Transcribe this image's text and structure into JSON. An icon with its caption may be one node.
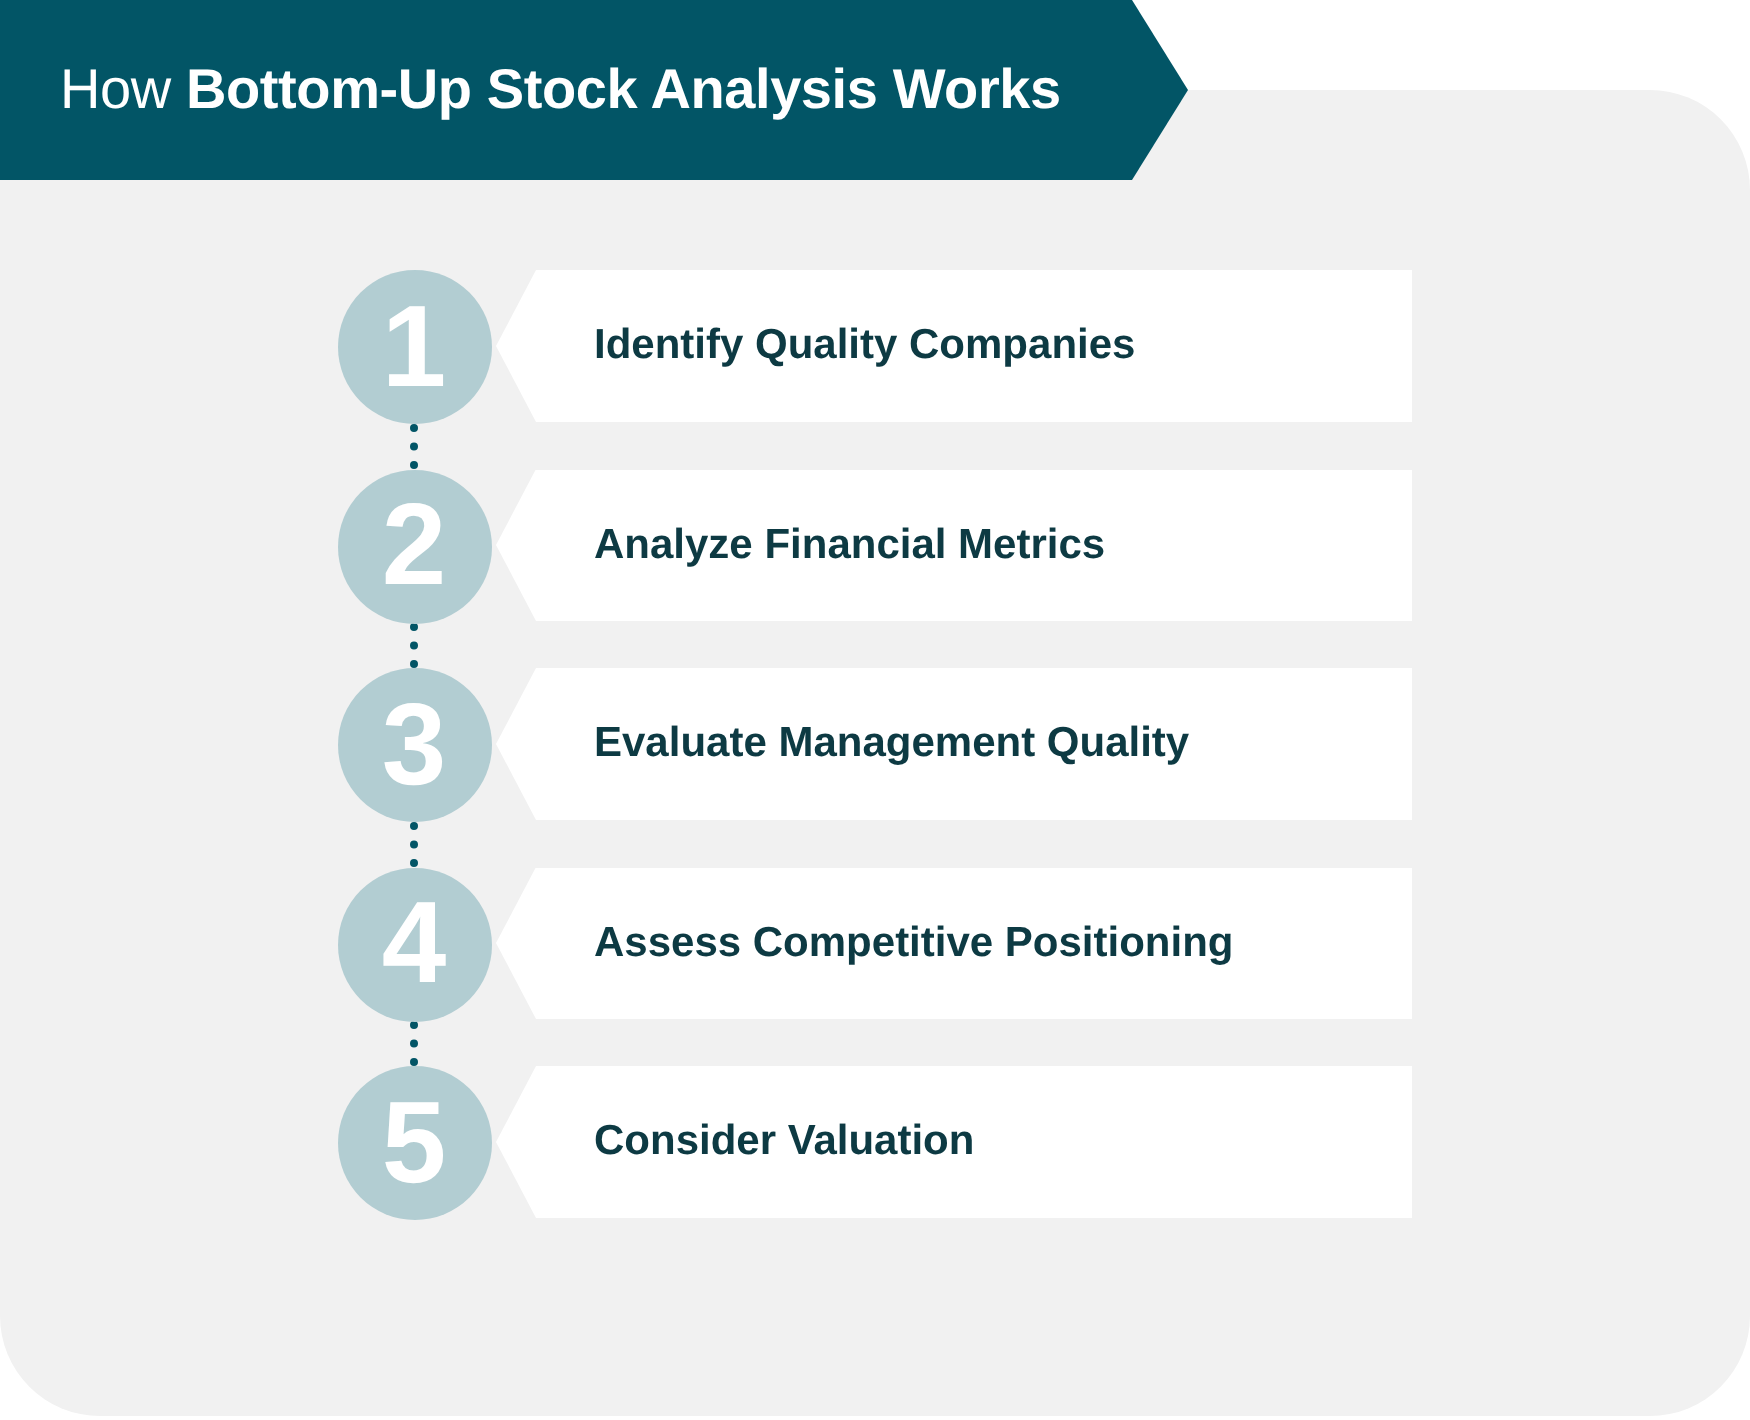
{
  "diagram": {
    "title": "How **Bottom-Up Stock Analysis Works**",
    "nodes": [
      {
        "text": [
          "1"
        ]
      },
      {
        "text": [
          "Identify Quality Companies"
        ]
      },
      {
        "text": [
          "2"
        ]
      },
      {
        "text": [
          "Analyze Financial Metrics"
        ]
      },
      {
        "text": [
          "3"
        ]
      },
      {
        "text": [
          "Evaluate Management Quality"
        ]
      },
      {
        "text": [
          "4"
        ]
      },
      {
        "text": [
          "Assess Competitive Positioning"
        ]
      },
      {
        "text": [
          "5"
        ]
      },
      {
        "text": [
          "Consider Valuation"
        ]
      }
    ],
    "edges": [
      {
        "from": 0,
        "to": 2,
        "arrow": "none",
        "style": "dashed"
      },
      {
        "from": 2,
        "to": 4,
        "arrow": "none",
        "style": "dashed"
      },
      {
        "from": 4,
        "to": 6,
        "arrow": "none",
        "style": "dashed"
      },
      {
        "from": 6,
        "to": 8,
        "arrow": "none",
        "style": "dashed"
      }
    ]
  }
}
